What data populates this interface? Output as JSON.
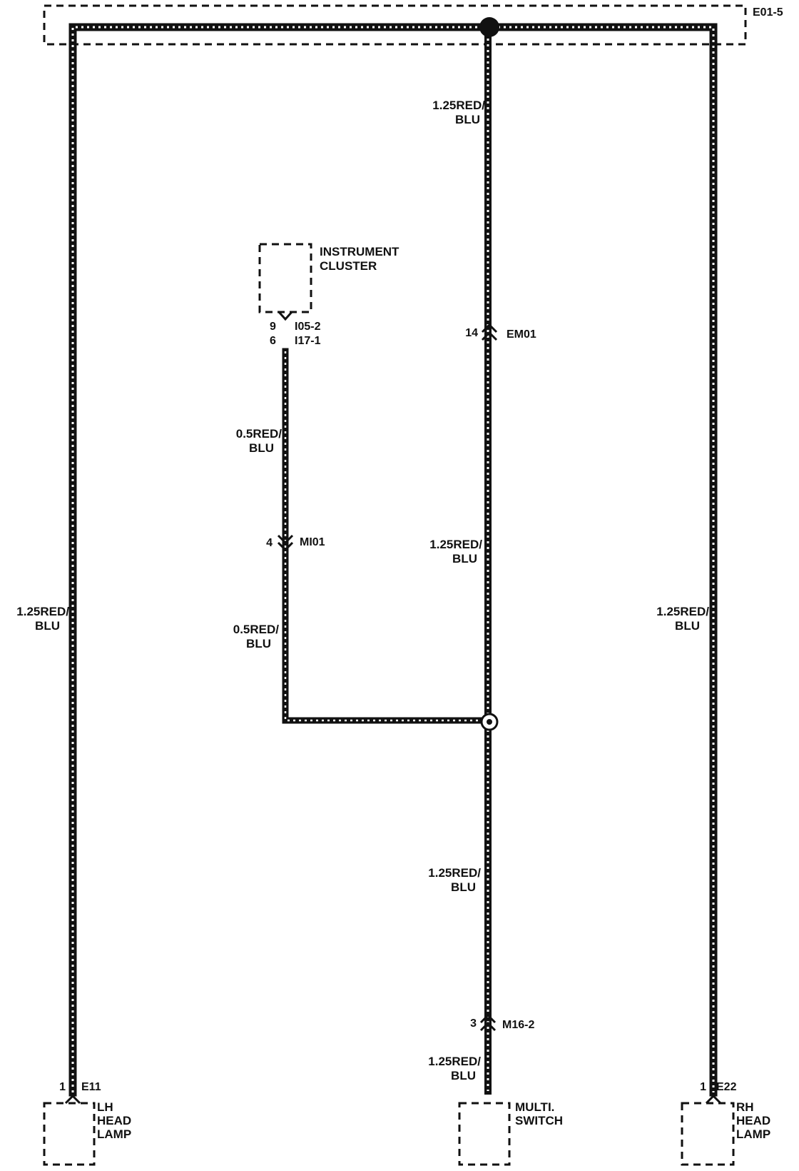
{
  "top_connector": {
    "id": "E01-5"
  },
  "wire_labels": {
    "trunk_upper": [
      "1.25RED/",
      "BLU"
    ],
    "trunk_middle": [
      "1.25RED/",
      "BLU"
    ],
    "trunk_lower": [
      "1.25RED/",
      "BLU"
    ],
    "trunk_bottom": [
      "1.25RED/",
      "BLU"
    ],
    "left": [
      "1.25RED/",
      "BLU"
    ],
    "right": [
      "1.25RED/",
      "BLU"
    ],
    "cluster_upper": [
      "0.5RED/",
      "BLU"
    ],
    "cluster_lower": [
      "0.5RED/",
      "BLU"
    ]
  },
  "instrument_cluster": {
    "name": [
      "INSTRUMENT",
      "CLUSTER"
    ],
    "pins": [
      "9",
      "6"
    ],
    "connectors": [
      "I05-2",
      "I17-1"
    ]
  },
  "inline_connectors": {
    "em01": {
      "pin": "14",
      "id": "EM01"
    },
    "mi01": {
      "pin": "4",
      "id": "MI01"
    },
    "m16": {
      "pin": "3",
      "id": "M16-2"
    }
  },
  "components": {
    "lh_head_lamp": {
      "pin": "1",
      "connector": "E11",
      "name": [
        "LH",
        "HEAD",
        "LAMP"
      ]
    },
    "multi_switch": {
      "name": [
        "MULTI.",
        "SWITCH"
      ]
    },
    "rh_head_lamp": {
      "pin": "1",
      "connector": "E22",
      "name": [
        "RH",
        "HEAD",
        "LAMP"
      ]
    }
  }
}
